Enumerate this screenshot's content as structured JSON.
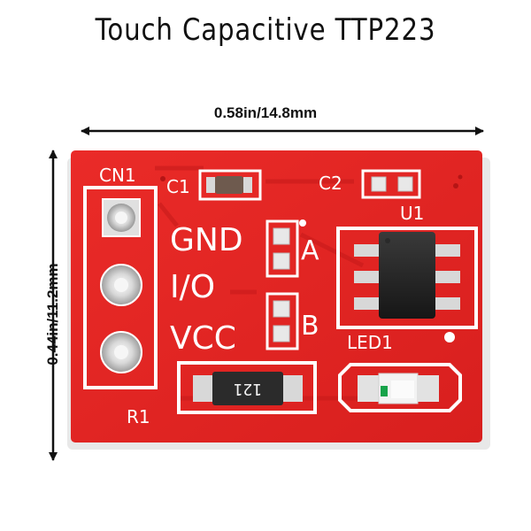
{
  "title": "Touch Capacitive TTP223",
  "dimensions": {
    "width_label": "0.58in/14.8mm",
    "height_label": "0.44in/11.2mm"
  },
  "board": {
    "board_color": "#e02322",
    "silkscreen_color": "#ffffff",
    "labels": {
      "connector": "CN1",
      "cap1": "C1",
      "cap2": "C2",
      "ic": "U1",
      "pin_gnd": "GND",
      "pin_io": "I/O",
      "pin_vcc": "VCC",
      "jumper_a": "A",
      "jumper_b": "B",
      "led": "LED1",
      "resistor": "R1"
    },
    "resistor_marking": "121"
  }
}
